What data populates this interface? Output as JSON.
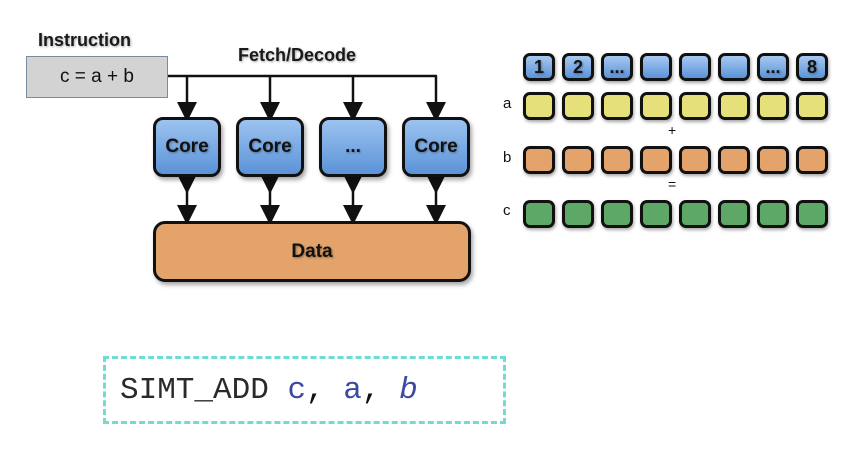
{
  "left_diagram": {
    "instruction_title": "Instruction",
    "instruction_text": "c = a + b",
    "fetch_decode_label": "Fetch/Decode",
    "cores": [
      "Core",
      "Core",
      "...",
      "Core"
    ],
    "data_label": "Data"
  },
  "right_diagram": {
    "lane_ids": [
      "1",
      "2",
      "...",
      "",
      "",
      "",
      "...",
      "8"
    ],
    "rows": [
      {
        "label": "a",
        "color": "#e6e07a"
      },
      {
        "label": "b",
        "color": "#e3a36b"
      },
      {
        "label": "c",
        "color": "#5da866"
      }
    ],
    "op_plus": "+",
    "op_equals": "="
  },
  "simt": {
    "opcode": "SIMT_ADD",
    "arg1": "c",
    "arg2": "a",
    "arg3": "b",
    "separator": ","
  }
}
